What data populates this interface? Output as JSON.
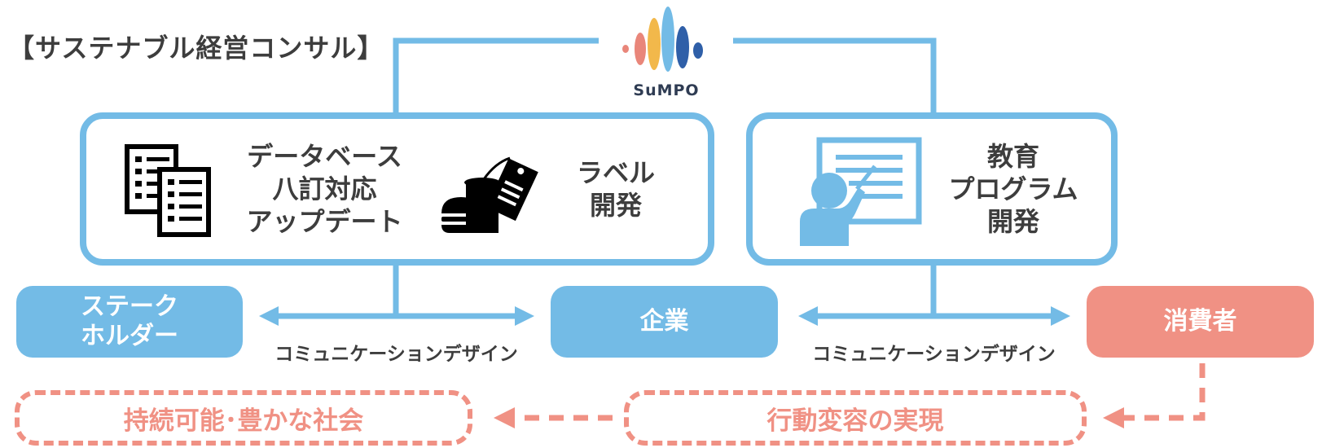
{
  "title": "【サステナブル経営コンサル】",
  "logo": {
    "text": "SuMPO",
    "icon": "sound-wave-logo-icon"
  },
  "left_panel": {
    "item1": {
      "icon": "documents-icon",
      "text": "データベース\n八訂対応\nアップデート"
    },
    "item2": {
      "icon": "food-label-icon",
      "text": "ラベル\n開発"
    }
  },
  "right_panel": {
    "icon": "teacher-board-icon",
    "text": "教育\nプログラム\n開発"
  },
  "nodes": {
    "stakeholder": "ステーク\nホルダー",
    "company": "企業",
    "consumer": "消費者"
  },
  "links": {
    "comm_left": "コミュニケーションデザイン",
    "comm_right": "コミュニケーションデザイン"
  },
  "outcomes": {
    "sustainable": "持続可能･豊かな社会",
    "behavior": "行動変容の実現"
  },
  "colors": {
    "blue": "#73bbe6",
    "pink": "#f09184",
    "text": "#3d3d3d"
  }
}
